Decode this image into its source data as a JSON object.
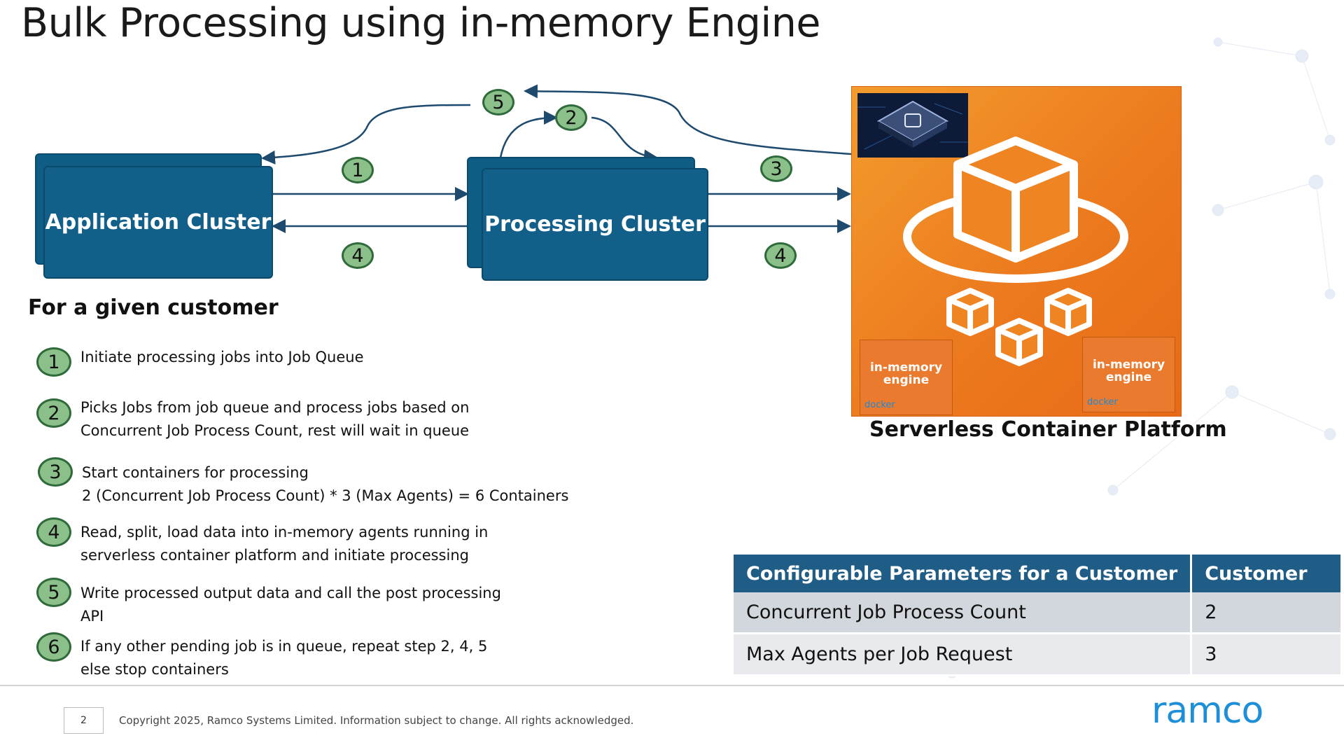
{
  "title": "Bulk Processing using in-memory Engine",
  "clusters": {
    "application": "Application Cluster",
    "processing": "Processing Cluster"
  },
  "flow_badges": [
    "1",
    "2",
    "3",
    "4",
    "4",
    "5"
  ],
  "subtitle": "For a given customer",
  "steps": [
    {
      "num": "1",
      "lines": [
        "Initiate processing jobs into Job Queue"
      ]
    },
    {
      "num": "2",
      "lines": [
        "Picks Jobs from job queue and process jobs based on",
        "Concurrent Job Process Count, rest will wait in queue"
      ]
    },
    {
      "num": "3",
      "lines": [
        "Start containers for processing",
        "2 (Concurrent Job Process Count) * 3 (Max Agents) = 6 Containers"
      ]
    },
    {
      "num": "4",
      "lines": [
        "Read, split, load data into in-memory agents running in",
        "serverless container platform and initiate processing"
      ]
    },
    {
      "num": "5",
      "lines": [
        "Write processed output data and call the post processing",
        "API"
      ]
    },
    {
      "num": "6",
      "lines": [
        "If any other pending job is in queue, repeat step 2, 4, 5",
        "else stop containers"
      ]
    }
  ],
  "platform": {
    "label": "Serverless Container Platform",
    "engine_label_line1": "in-memory",
    "engine_label_line2": "engine",
    "docker_label": "docker"
  },
  "params_table": {
    "headers": [
      "Configurable Parameters for a Customer",
      "Customer"
    ],
    "rows": [
      [
        "Concurrent Job Process Count",
        "2"
      ],
      [
        "Max Agents per Job Request",
        "3"
      ]
    ]
  },
  "footer": {
    "page": "2",
    "copyright": "Copyright 2025, Ramco Systems Limited. Information subject to change. All rights acknowledged.",
    "logo": "ramco"
  },
  "colors": {
    "cluster": "#125f8a",
    "badge_fill": "#8cc08a",
    "badge_border": "#2f6b3a",
    "platform": "#ec7a1e",
    "table_header": "#1f5c86",
    "logo": "#1c8fd8"
  }
}
